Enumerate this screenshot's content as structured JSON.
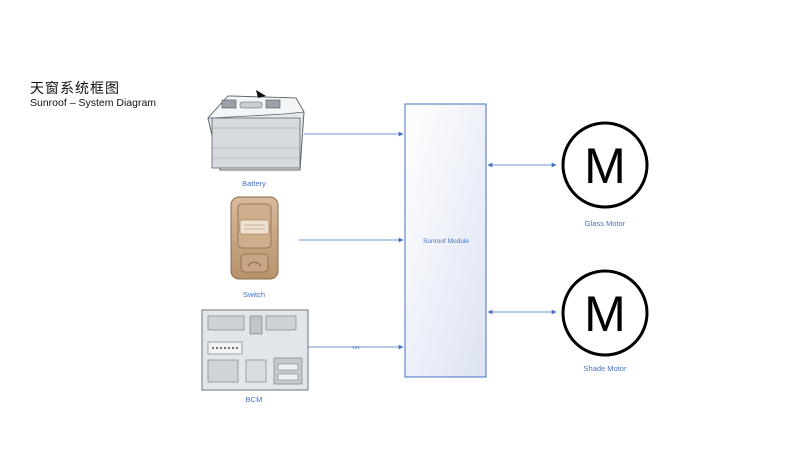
{
  "title": {
    "zh": "天窗系统框图",
    "en": "Sunroof – System Diagram"
  },
  "components": {
    "battery": "Battery",
    "switch": "Switch",
    "bcm": "BCM",
    "module": "Sunroof Module",
    "glass_motor": "Glass Motor",
    "shade_motor": "Shade Motor"
  },
  "motor_symbol": "M",
  "connections": {
    "bcm_to_module": "LIN"
  },
  "colors": {
    "line": "#4472C4",
    "label": "#4472C4",
    "module_border": "#4472C4"
  }
}
